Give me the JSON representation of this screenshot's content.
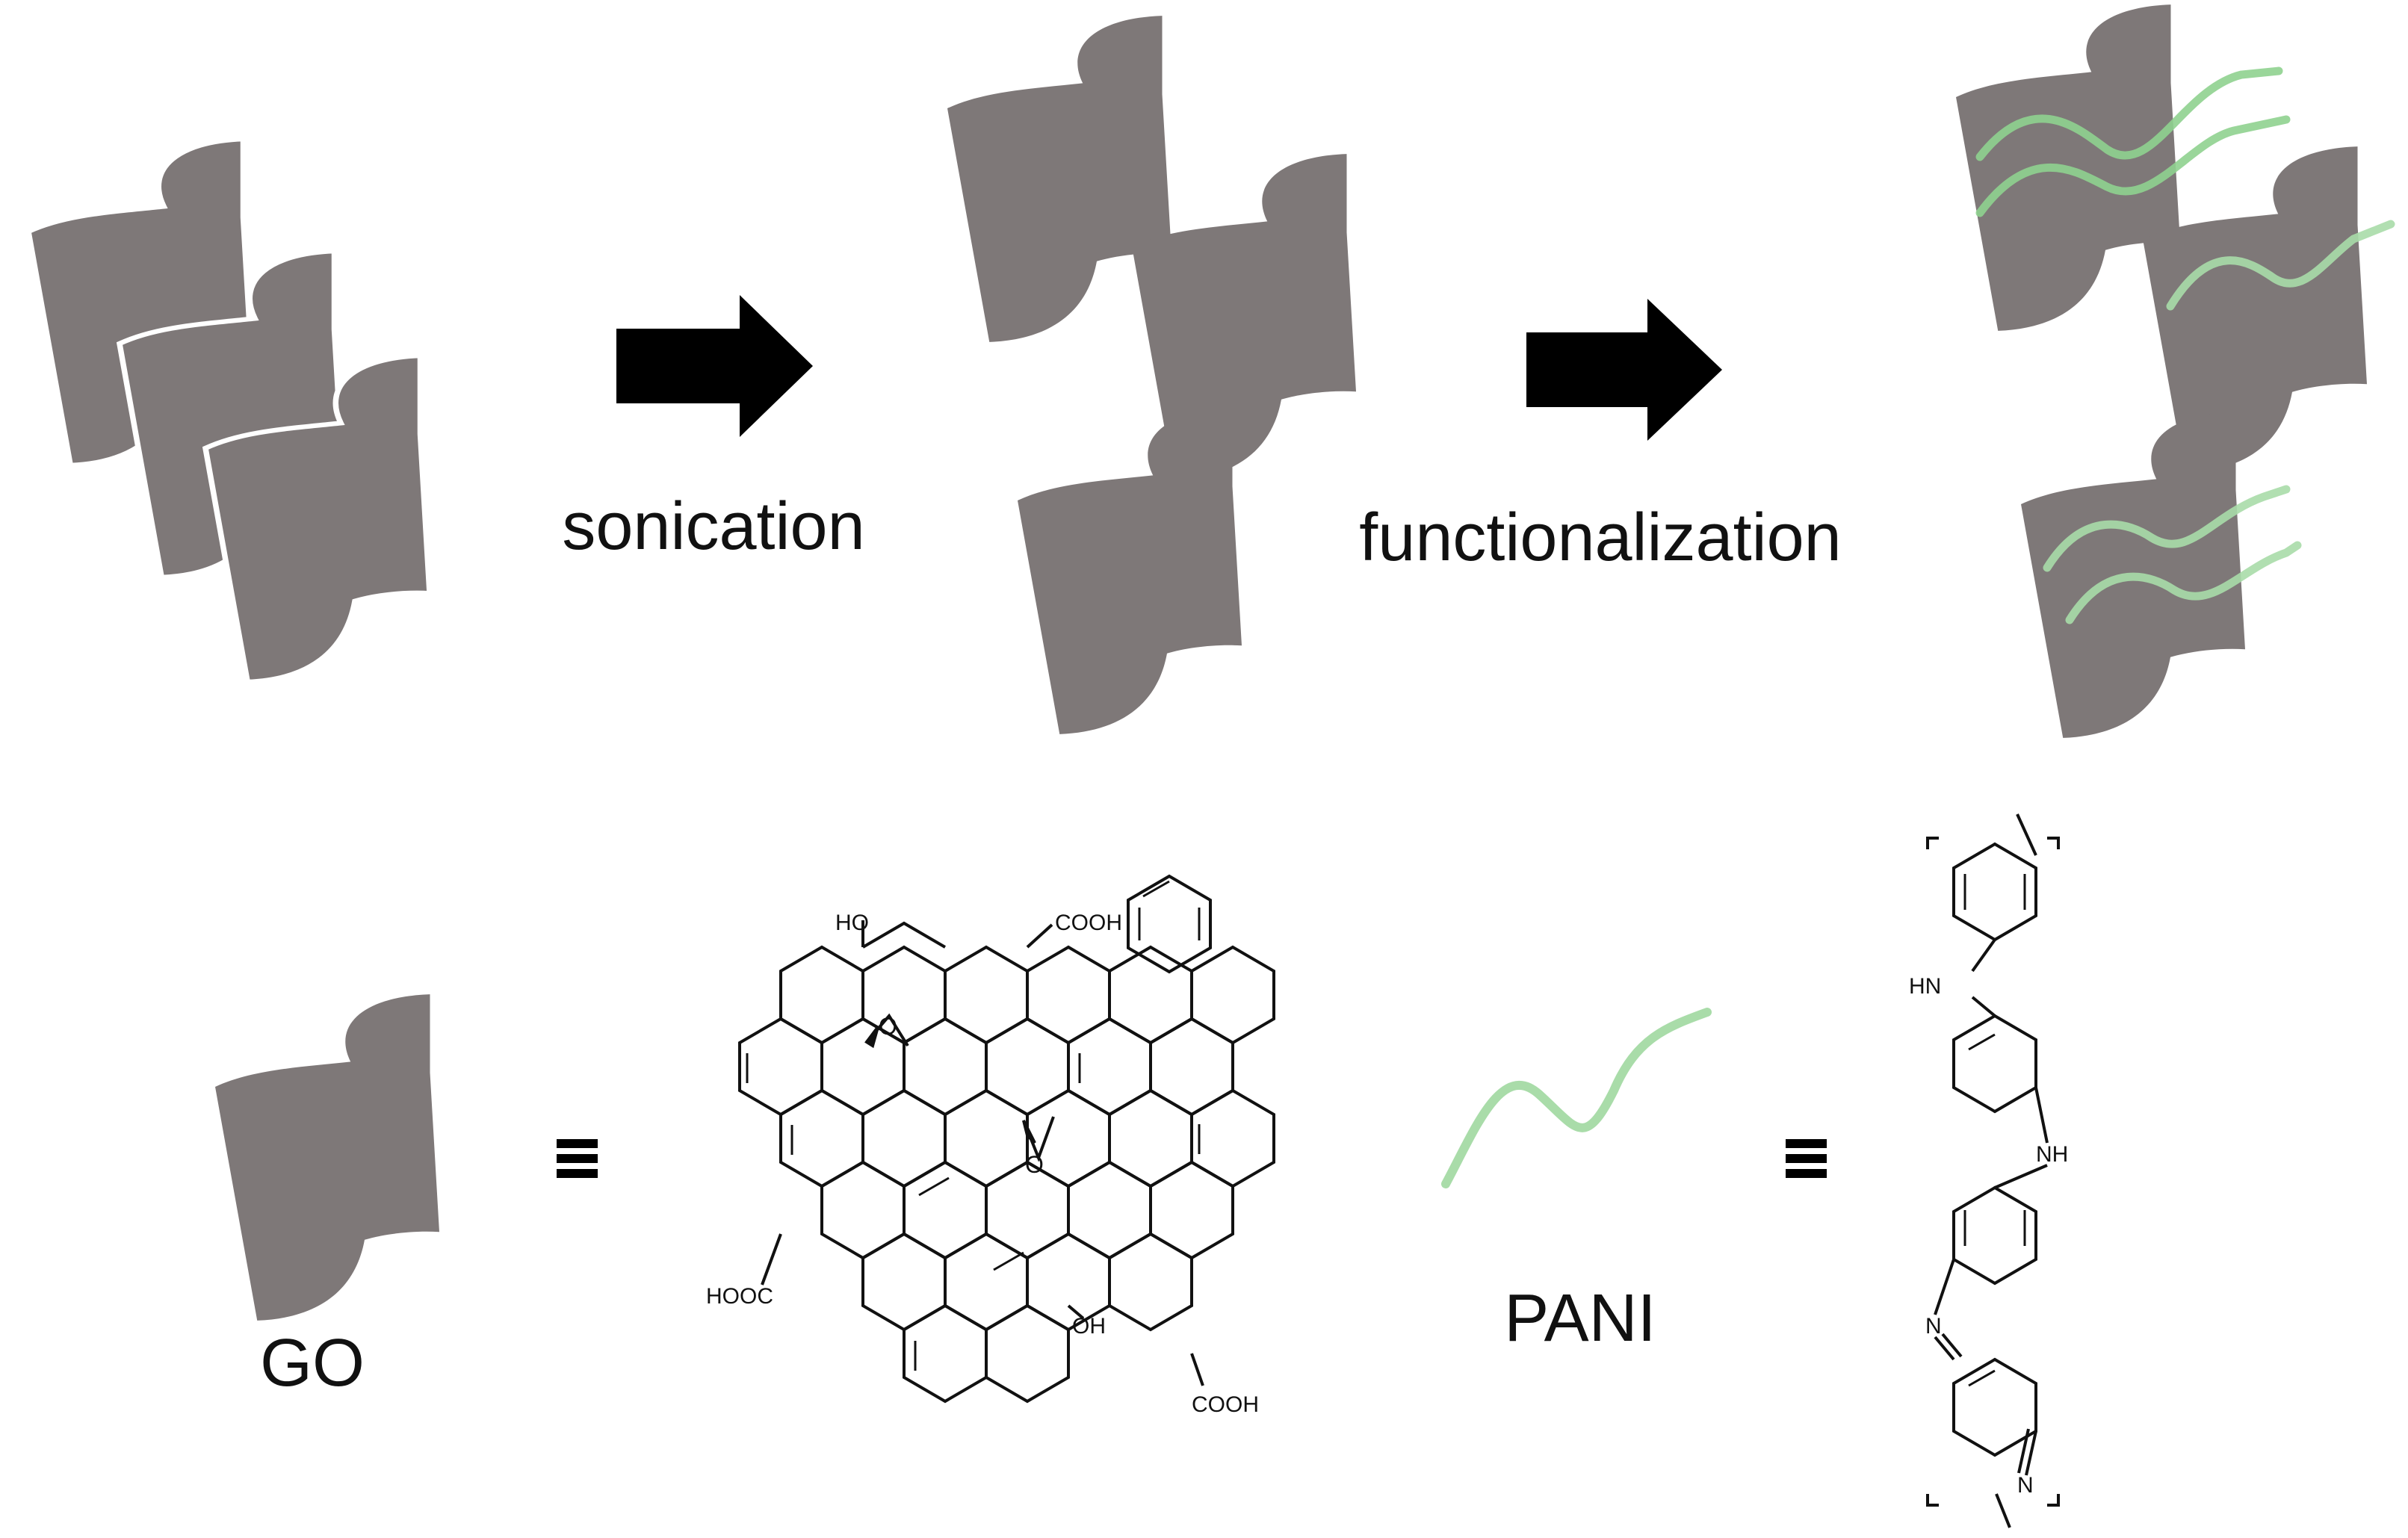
{
  "steps": {
    "step1": "sonication",
    "step2": "functionalization"
  },
  "legend": {
    "go_label": "GO",
    "pani_label": "PANI",
    "equiv_symbol": "≡"
  },
  "go_structure": {
    "hydroxyl_top": "HO",
    "carboxyl_top": "COOH",
    "carboxyl_left": "HOOC",
    "hydroxyl_bottom": "OH",
    "carboxyl_bottom": "COOH",
    "epoxide_1": "O",
    "epoxide_2": "O"
  },
  "pani_structure": {
    "amine_1": "HN",
    "amine_2": "NH",
    "imine_1": "N",
    "imine_2": "N"
  },
  "colors": {
    "sheet": "#7e7878",
    "pani_line": "#8fd18f",
    "arrow": "#000000",
    "text": "#111111"
  }
}
